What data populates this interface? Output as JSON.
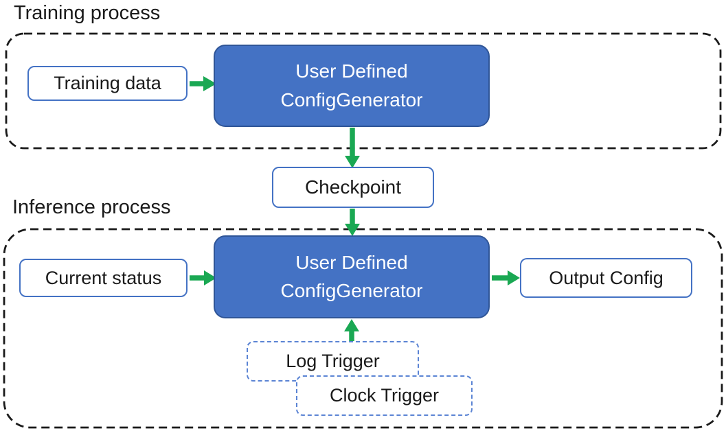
{
  "training": {
    "label": "Training process",
    "training_data": "Training data",
    "generator_line1": "User Defined",
    "generator_line2": "ConfigGenerator"
  },
  "checkpoint": {
    "label": "Checkpoint"
  },
  "inference": {
    "label": "Inference process",
    "current_status": "Current status",
    "generator_line1": "User Defined",
    "generator_line2": "ConfigGenerator",
    "output_config": "Output Config",
    "log_trigger": "Log Trigger",
    "clock_trigger": "Clock Trigger"
  },
  "colors": {
    "generator_fill": "#4472C4",
    "generator_border": "#2F5597",
    "node_border": "#4472C4",
    "trigger_border": "#5B84D4",
    "arrow": "#1AA853",
    "container_border": "#1A1A1A",
    "text_dark": "#1A1A1A",
    "text_light": "#FFFFFF",
    "background": "#FFFFFF"
  }
}
